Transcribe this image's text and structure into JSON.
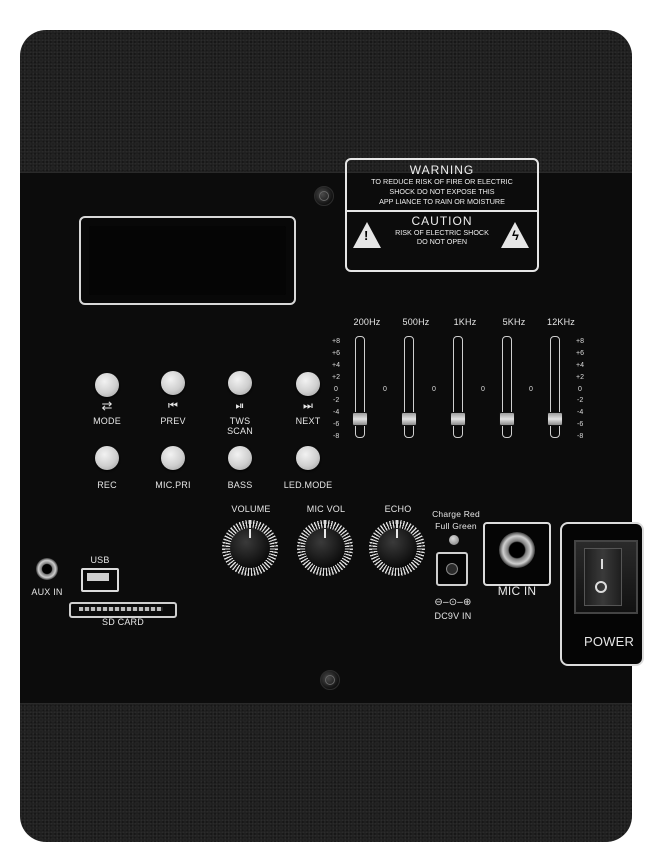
{
  "warning": {
    "title": "WARNING",
    "line1": "TO REDUCE RISK OF FIRE OR ELECTRIC",
    "line2": "SHOCK DO NOT EXPOSE THIS",
    "line3": "APP LIANCE TO RAIN OR MOISTURE",
    "caution_title": "CAUTION",
    "caution_line1": "RISK OF ELECTRIC SHOCK",
    "caution_line2": "DO NOT OPEN"
  },
  "buttons_row1": [
    {
      "label": "MODE"
    },
    {
      "label": "PREV"
    },
    {
      "label": "TWS",
      "label2": "SCAN"
    },
    {
      "label": "NEXT"
    }
  ],
  "buttons_row2": [
    {
      "label": "REC"
    },
    {
      "label": "MIC.PRI"
    },
    {
      "label": "BASS"
    },
    {
      "label": "LED.MODE"
    }
  ],
  "equalizer": {
    "bands": [
      "200Hz",
      "500Hz",
      "1KHz",
      "5KHz",
      "12KHz"
    ],
    "scale": [
      "+8",
      "+6",
      "+4",
      "+2",
      "0",
      "-2",
      "-4",
      "-6",
      "-8"
    ],
    "center_label": "0"
  },
  "knobs": [
    {
      "label": "VOLUME"
    },
    {
      "label": "MIC VOL"
    },
    {
      "label": "ECHO"
    }
  ],
  "led_status": {
    "line1": "Charge Red",
    "line2": "Full Green"
  },
  "ports": {
    "usb": "USB",
    "sd": "SD CARD",
    "aux": "AUX IN",
    "dc": "DC9V IN",
    "dc_polarity": "⊖–⊙–⊕",
    "mic": "MIC IN",
    "power": "POWER"
  },
  "icons": {
    "mode": "⇄",
    "prev": "⏮",
    "play": "⏯",
    "next": "⏭"
  }
}
